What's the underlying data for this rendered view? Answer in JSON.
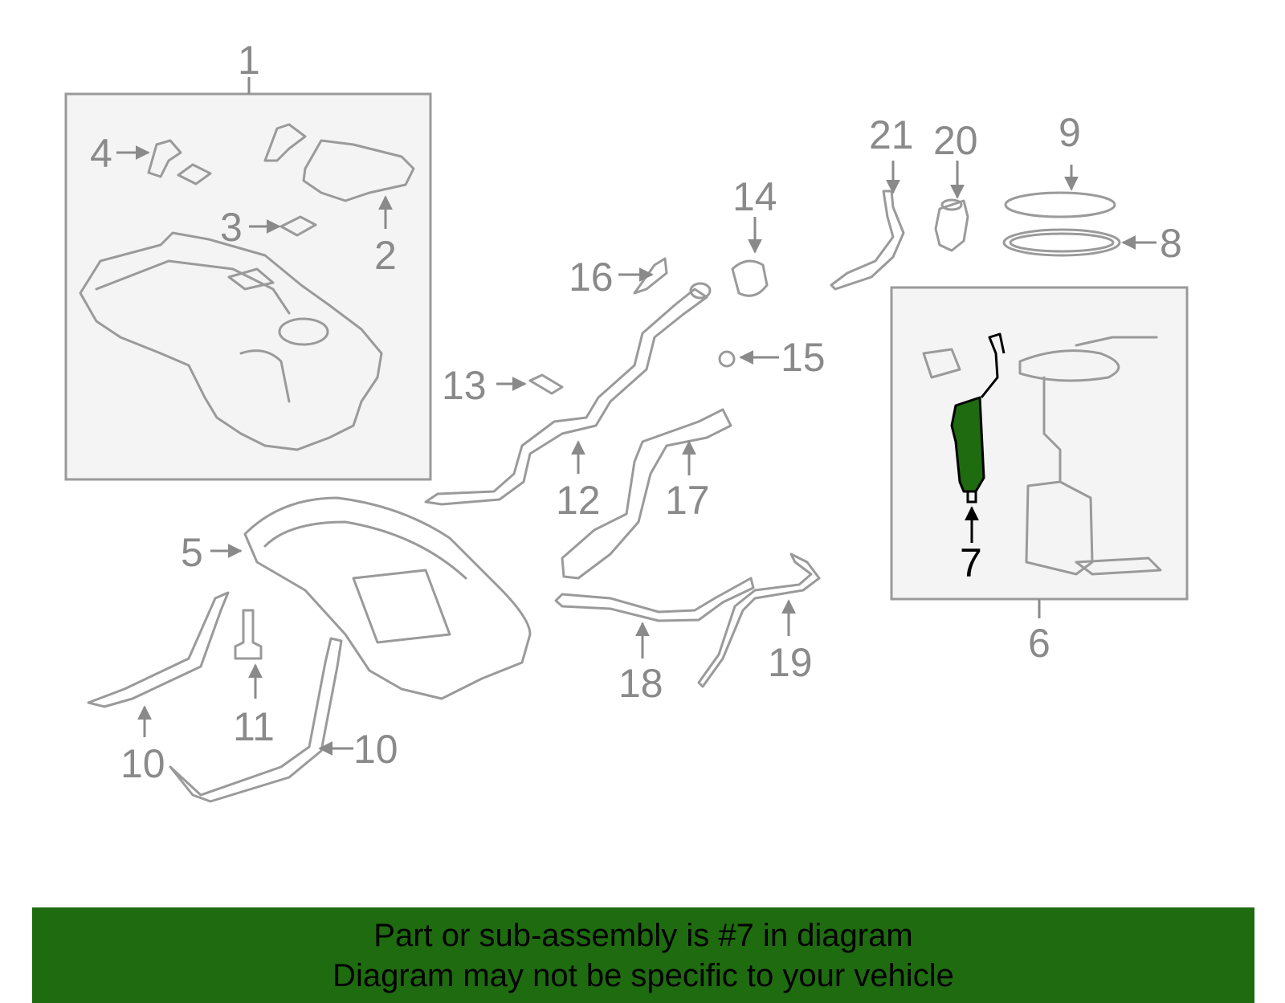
{
  "callouts": {
    "n1": "1",
    "n2": "2",
    "n3": "3",
    "n4": "4",
    "n5": "5",
    "n6": "6",
    "n7": "7",
    "n8": "8",
    "n9": "9",
    "n10a": "10",
    "n10b": "10",
    "n11": "11",
    "n12": "12",
    "n13": "13",
    "n14": "14",
    "n15": "15",
    "n16": "16",
    "n17": "17",
    "n18": "18",
    "n19": "19",
    "n20": "20",
    "n21": "21"
  },
  "banner": {
    "line1": "Part or sub-assembly is #7 in diagram",
    "line2": "Diagram may not be specific to your vehicle"
  },
  "colors": {
    "highlight": "#1f6b10",
    "part_stroke": "#9a9a9a",
    "callout": "#8a8a8a"
  }
}
